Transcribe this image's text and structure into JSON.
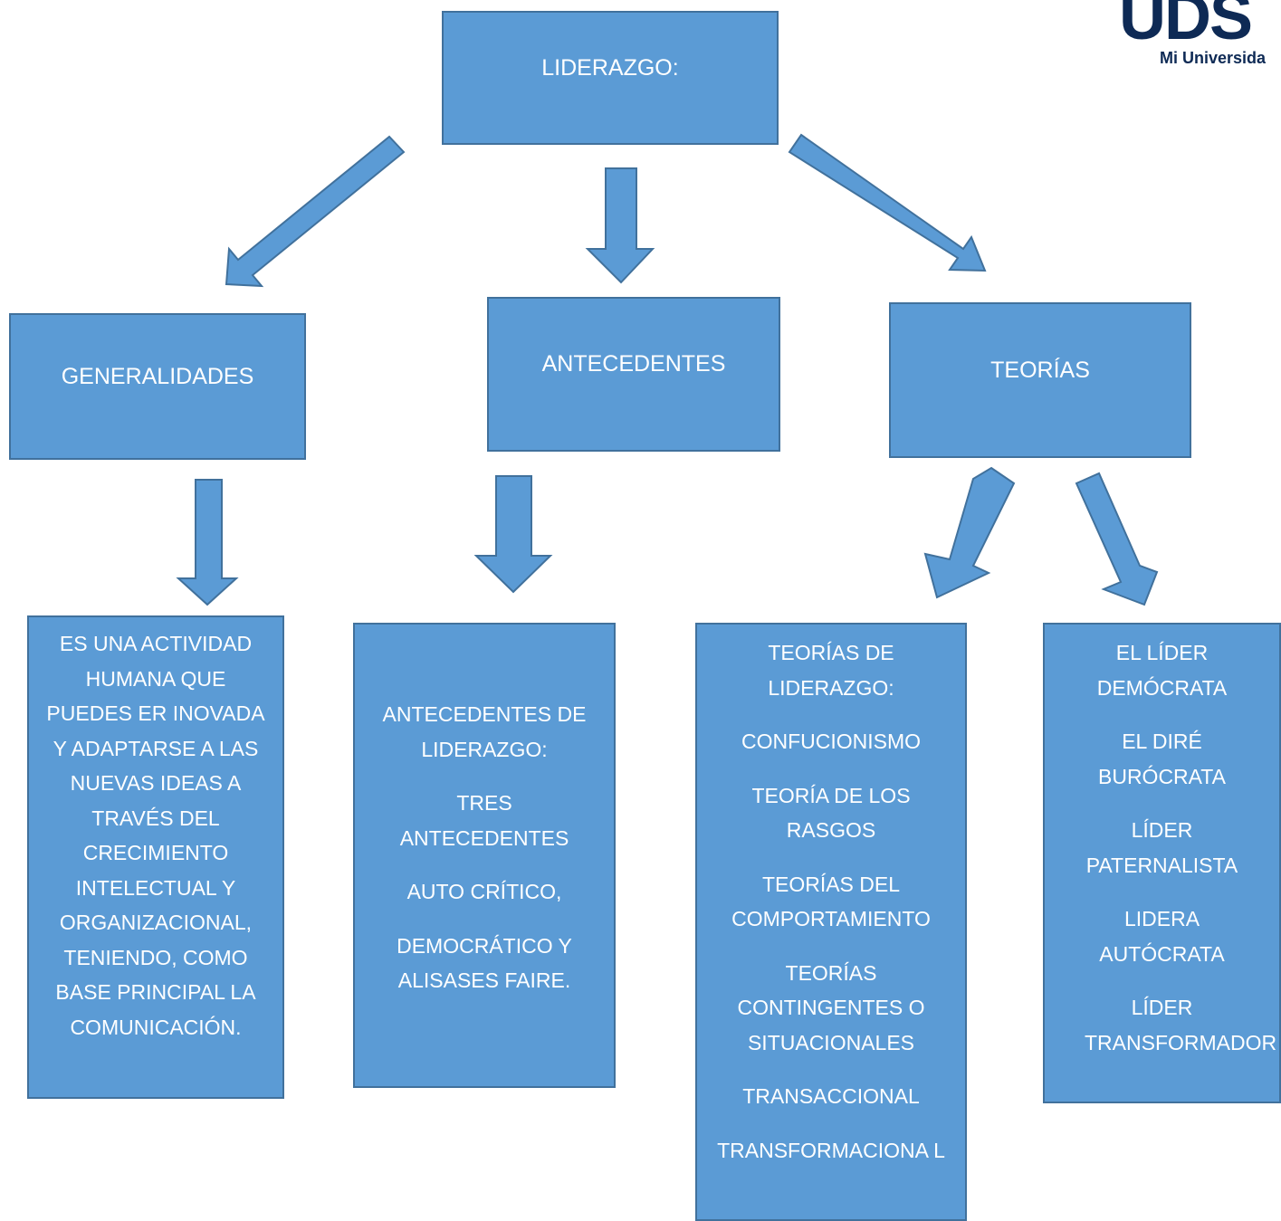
{
  "logo": {
    "brand": "UDS",
    "tagline": "Mi Universida"
  },
  "root": {
    "label": "LIDERAZGO:"
  },
  "branches": [
    {
      "label": "GENERALIDADES"
    },
    {
      "label": "ANTECEDENTES"
    },
    {
      "label": "TEORÍAS"
    }
  ],
  "details": {
    "generalidades": {
      "paragraphs": [
        "ES UNA ACTIVIDAD HUMANA QUE PUEDES ER INOVADA Y ADAPTARSE A LAS NUEVAS IDEAS A TRAVÉS  DEL CRECIMIENTO INTELECTUAL Y ORGANIZACIONAL, TENIENDO, COMO BASE PRINCIPAL LA COMUNICACIÓN."
      ]
    },
    "antecedentes": {
      "paragraphs": [
        "ANTECEDENTES DE LIDERAZGO:",
        "TRES ANTECEDENTES",
        "AUTO CRÍTICO,",
        "DEMOCRÁTICO Y ALISASES FAIRE."
      ]
    },
    "teorias_lista": {
      "paragraphs": [
        "TEORÍAS DE LIDERAZGO:",
        "CONFUCIONISMO",
        "TEORÍA DE LOS RASGOS",
        "TEORÍAS DEL COMPORTAMIENTO",
        "TEORÍAS CONTINGENTES O SITUACIONALES",
        "TRANSACCIONAL",
        "TRANSFORMACIONA L"
      ]
    },
    "tipos_lider": {
      "paragraphs": [
        "EL LÍDER DEMÓCRATA",
        "EL DIRÉ BURÓCRATA",
        "LÍDER PATERNALISTA",
        "LIDERA AUTÓCRATA",
        "LÍDER TRANSFORMADOR"
      ]
    }
  },
  "colors": {
    "box_fill": "#5b9bd5",
    "box_border": "#41719c",
    "text": "#ffffff",
    "logo": "#0e2a55"
  }
}
